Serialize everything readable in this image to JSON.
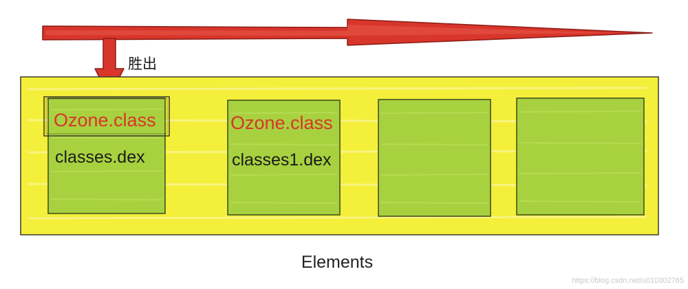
{
  "arrows": {
    "horizontal_color": "#d8352b",
    "down_label": "胜出"
  },
  "container": {
    "caption": "Elements",
    "fill_color": "#f4ef3a",
    "cell_color": "#a8d13f"
  },
  "cells": [
    {
      "title": "Ozone.class",
      "file": "classes.dex",
      "highlighted": true
    },
    {
      "title": "Ozone.class",
      "file": "classes1.dex",
      "highlighted": false
    },
    {
      "title": "",
      "file": "",
      "highlighted": false
    },
    {
      "title": "",
      "file": "",
      "highlighted": false
    }
  ],
  "colors": {
    "title_text": "#d8352b",
    "file_text": "#1b1b1b"
  },
  "watermark": "https://blog.csdn.net/u010302765"
}
